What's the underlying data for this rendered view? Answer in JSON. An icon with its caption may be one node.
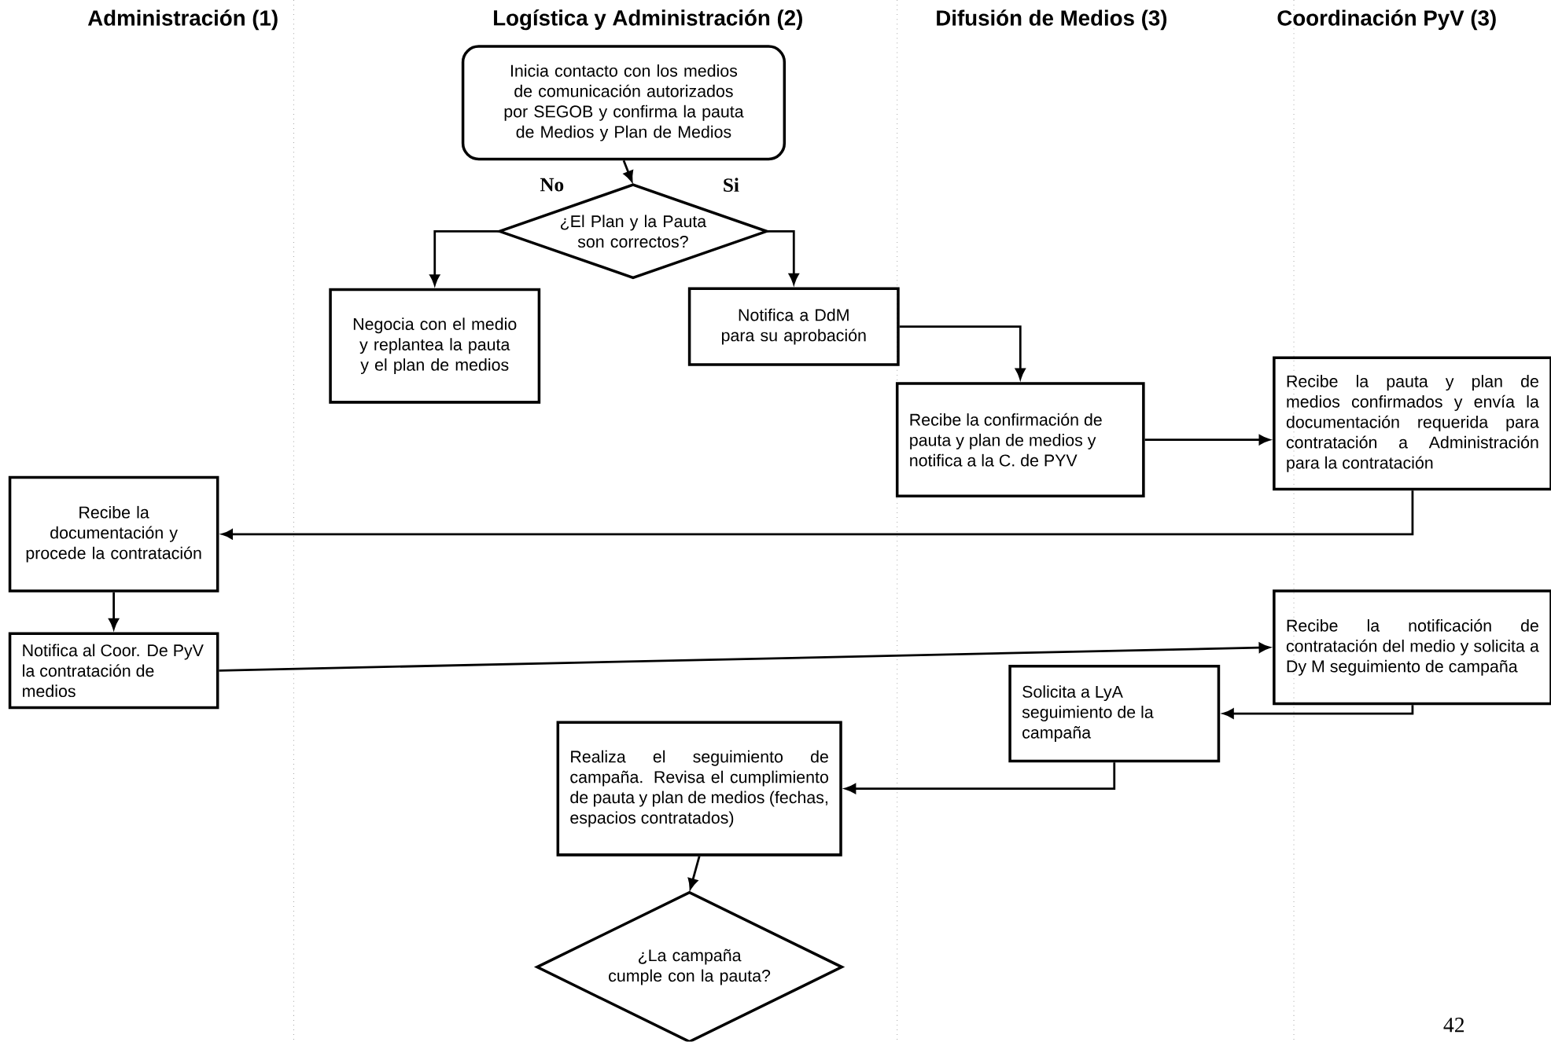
{
  "diagram": {
    "nodes": [
      {
        "text": [
          "Inicia contacto con los medios de comunicación autorizados por SEGOB y confirma la pauta de Medios y Plan de Medios"
        ]
      },
      {
        "text": [
          "¿El Plan y la Pauta son correctos?"
        ]
      },
      {
        "text": [
          "Negocia con el medio y replantea la pauta y el plan de medios"
        ]
      },
      {
        "text": [
          "Notifica a DdM para su aprobación"
        ]
      },
      {
        "text": [
          "Recibe la confirmación de pauta y plan de medios y notifica a la C. de PYV"
        ]
      },
      {
        "text": [
          "Recibe la pauta y plan de medios confirmados y envía la documentación requerida para contratación a Administración para la contratación"
        ]
      },
      {
        "text": [
          "Recibe la documentación y procede la contratación"
        ]
      },
      {
        "text": [
          "Notifica al Coor. De PyV la contratación de medios"
        ]
      },
      {
        "text": [
          "Recibe la notificación de contratación del medio y solicita a Dy M seguimiento de campaña"
        ]
      },
      {
        "text": [
          "Solicita a LyA seguimiento de la campaña"
        ]
      },
      {
        "text": [
          "Realiza el seguimiento de campaña. Revisa el cumplimiento de pauta y plan de medios (fechas, espacios contratados)"
        ]
      },
      {
        "text": [
          "¿La campaña cumple con la pauta?"
        ]
      }
    ],
    "edges": [
      {
        "from": 0,
        "to": 1,
        "arrow": "to"
      },
      {
        "from": 1,
        "to": 2,
        "arrow": "to",
        "label": "No"
      },
      {
        "from": 1,
        "to": 3,
        "arrow": "to",
        "label": "Si"
      },
      {
        "from": 3,
        "to": 4,
        "arrow": "to"
      },
      {
        "from": 4,
        "to": 5,
        "arrow": "to"
      },
      {
        "from": 5,
        "to": 6,
        "arrow": "to"
      },
      {
        "from": 6,
        "to": 7,
        "arrow": "to"
      },
      {
        "from": 7,
        "to": 8,
        "arrow": "to"
      },
      {
        "from": 8,
        "to": 9,
        "arrow": "to"
      },
      {
        "from": 9,
        "to": 10,
        "arrow": "to"
      },
      {
        "from": 10,
        "to": 11,
        "arrow": "to"
      }
    ],
    "labels": [
      "Administración (1)",
      "Logística y Administración (2)",
      "Difusión de Medios (3)",
      "Coordinación PyV (3)",
      "42"
    ]
  }
}
